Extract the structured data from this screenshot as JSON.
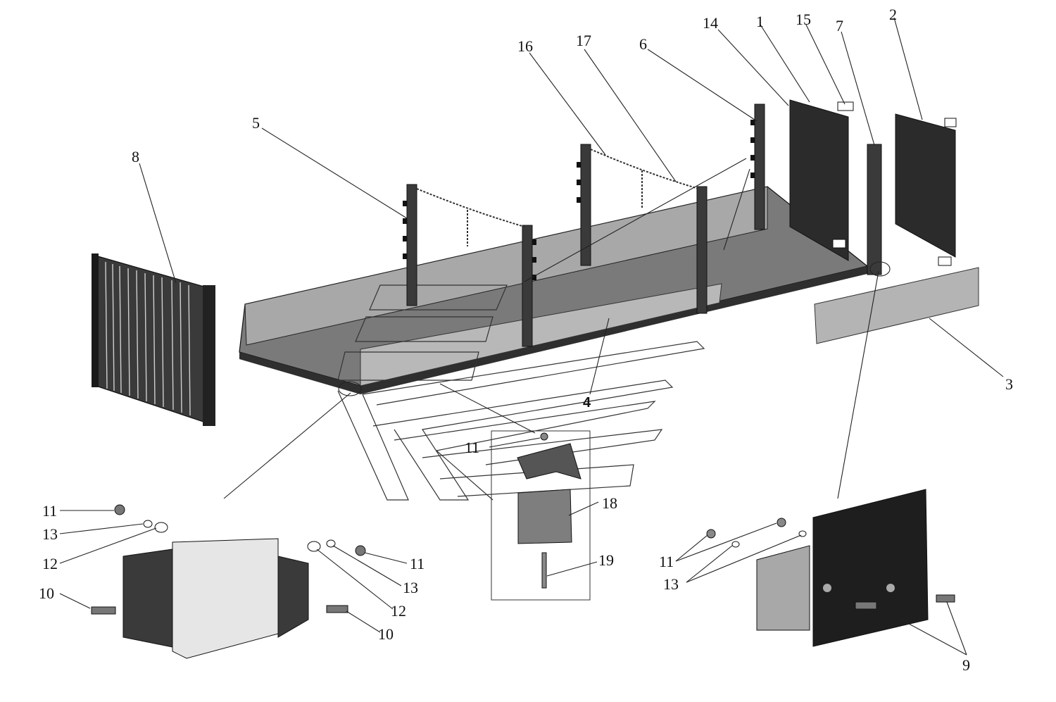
{
  "callouts": [
    {
      "id": "c14",
      "text": "14"
    },
    {
      "id": "c1",
      "text": "1"
    },
    {
      "id": "c15",
      "text": "15"
    },
    {
      "id": "c7",
      "text": "7"
    },
    {
      "id": "c2",
      "text": "2"
    },
    {
      "id": "c16",
      "text": "16"
    },
    {
      "id": "c17",
      "text": "17"
    },
    {
      "id": "c6",
      "text": "6"
    },
    {
      "id": "c5",
      "text": "5"
    },
    {
      "id": "c8",
      "text": "8"
    },
    {
      "id": "c3",
      "text": "3"
    },
    {
      "id": "c4",
      "text": "4"
    },
    {
      "id": "c11a",
      "text": "11"
    },
    {
      "id": "c18",
      "text": "18"
    },
    {
      "id": "c19",
      "text": "19"
    },
    {
      "id": "c11b",
      "text": "11"
    },
    {
      "id": "c13a",
      "text": "13"
    },
    {
      "id": "c12a",
      "text": "12"
    },
    {
      "id": "c10a",
      "text": "10"
    },
    {
      "id": "c11c",
      "text": "11"
    },
    {
      "id": "c13b",
      "text": "13"
    },
    {
      "id": "c12b",
      "text": "12"
    },
    {
      "id": "c10b",
      "text": "10"
    },
    {
      "id": "c11d",
      "text": "11"
    },
    {
      "id": "c13c",
      "text": "13"
    },
    {
      "id": "c9",
      "text": "9"
    }
  ],
  "colors": {
    "panel_dark": "#2b2b2b",
    "panel_mid": "#7a7a7a",
    "panel_light": "#b4b4b4",
    "floor": "#6e6e6e",
    "line": "#222222"
  }
}
